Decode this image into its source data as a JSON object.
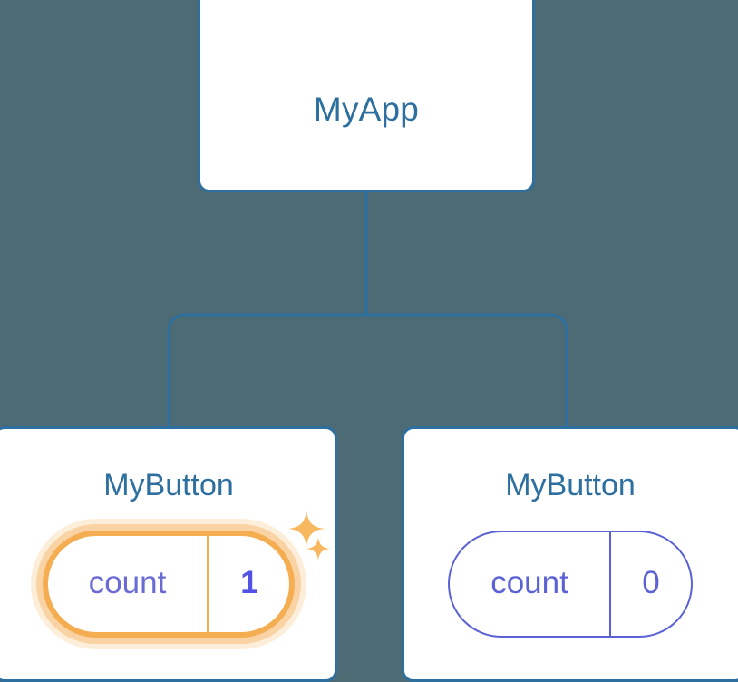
{
  "diagram": {
    "type": "component-tree",
    "background_color": "#4d6b75",
    "node_border_color": "#2d6f9e",
    "node_title_color": "#2d6f9e",
    "connector_color": "#2d6f9e",
    "highlight_color": "#f5ad52",
    "state_color": "#5b62d6",
    "root": {
      "title": "MyApp"
    },
    "children": [
      {
        "title": "MyButton",
        "state_key": "count",
        "state_value": "1",
        "highlighted": true,
        "sparkles": [
          "sparkle-large",
          "sparkle-small"
        ]
      },
      {
        "title": "MyButton",
        "state_key": "count",
        "state_value": "0",
        "highlighted": false,
        "sparkles": []
      }
    ]
  }
}
